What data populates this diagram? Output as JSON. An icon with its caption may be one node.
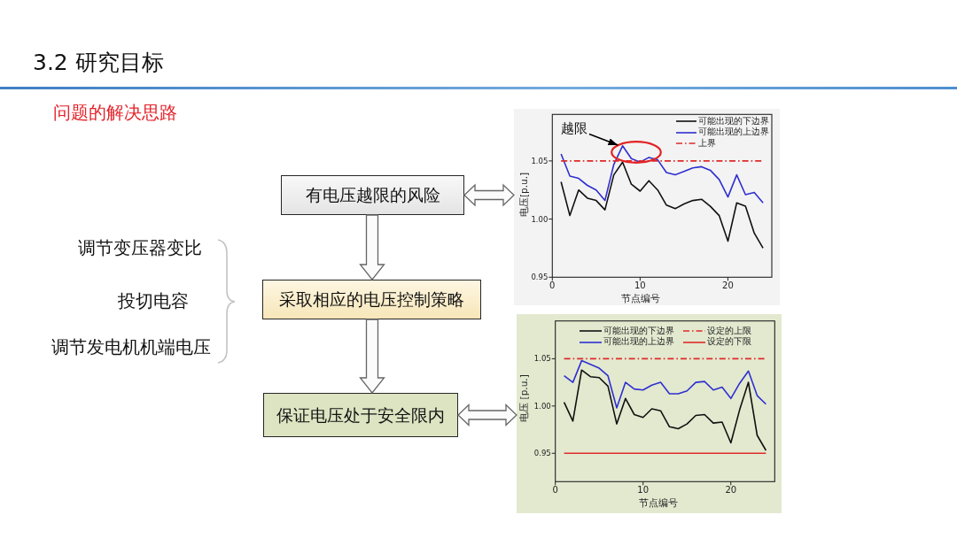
{
  "diagram": {
    "title": "3.2 研究目标",
    "nodes": [
      {
        "text": [
          "有电压越限的风险"
        ]
      },
      {
        "text": [],
        "shape": "chart"
      },
      {
        "text": [
          "越限"
        ],
        "in": 1
      },
      {
        "text": [],
        "shape": "ellipse",
        "in": 1
      },
      {
        "text": [
          "采取相应的电压控制策略"
        ]
      },
      {
        "text": [
          "保证电压处于安全限内"
        ]
      },
      {
        "text": [],
        "shape": "chart"
      }
    ],
    "edges": [
      {
        "from": 0,
        "to": 1,
        "arrow": "both"
      },
      {
        "from": 2,
        "to": 3,
        "arrow": "to",
        "color": "#000000"
      },
      {
        "from": 0,
        "to": 4,
        "arrow": "to"
      },
      {
        "from": 4,
        "to": 5,
        "arrow": "to"
      },
      {
        "from": 5,
        "to": 6,
        "arrow": "both"
      }
    ],
    "labels": [
      "问题的解决思路",
      "调节变压器变比",
      "投切电容",
      "调节发电机机端电压"
    ],
    "chart_data": [
      {
        "type": "line",
        "xlabel": "节点编号",
        "ylabel": "电压[p.u.]",
        "x": [
          1,
          2,
          3,
          4,
          5,
          6,
          7,
          8,
          9,
          10,
          11,
          12,
          13,
          14,
          15,
          16,
          17,
          18,
          19,
          20,
          21,
          22,
          23,
          24
        ],
        "series": [
          {
            "name": "可能出现的下边界",
            "color": "#111111",
            "values": [
              1.032,
              1.003,
              1.025,
              1.018,
              1.016,
              1.008,
              1.038,
              1.049,
              1.03,
              1.024,
              1.033,
              1.025,
              1.012,
              1.009,
              1.013,
              1.016,
              1.017,
              1.011,
              1.003,
              0.981,
              1.014,
              1.011,
              0.988,
              0.975
            ]
          },
          {
            "name": "可能出现的上边界",
            "color": "#2f2fd0",
            "values": [
              1.056,
              1.037,
              1.035,
              1.029,
              1.025,
              1.016,
              1.047,
              1.063,
              1.052,
              1.049,
              1.053,
              1.051,
              1.04,
              1.038,
              1.041,
              1.044,
              1.045,
              1.042,
              1.034,
              1.019,
              1.038,
              1.021,
              1.023,
              1.014
            ]
          },
          {
            "name": "上界",
            "color": "#e02a2a",
            "line_style": "dashdot",
            "values": [
              1.05,
              1.05,
              1.05,
              1.05,
              1.05,
              1.05,
              1.05,
              1.05,
              1.05,
              1.05,
              1.05,
              1.05,
              1.05,
              1.05,
              1.05,
              1.05,
              1.05,
              1.05,
              1.05,
              1.05,
              1.05,
              1.05,
              1.05,
              1.05
            ]
          }
        ],
        "legend": true,
        "xlim": [
          0,
          25
        ],
        "ylim": [
          0.95,
          1.09
        ],
        "xticks": [
          0,
          10,
          20
        ],
        "yticks": [
          {
            "value": 0.95,
            "label": "0.95"
          },
          {
            "value": 1.0,
            "label": "1.00"
          },
          {
            "value": 1.05,
            "label": "1.05"
          }
        ]
      },
      {
        "type": "line",
        "xlabel": "节点编号",
        "ylabel": "电压 [p.u.]",
        "x": [
          1,
          2,
          3,
          4,
          5,
          6,
          7,
          8,
          9,
          10,
          11,
          12,
          13,
          14,
          15,
          16,
          17,
          18,
          19,
          20,
          21,
          22,
          23,
          24
        ],
        "series": [
          {
            "name": "可能出现的下边界",
            "color": "#111111",
            "values": [
              1.004,
              0.984,
              1.038,
              1.031,
              1.03,
              1.021,
              0.981,
              1.008,
              0.991,
              0.988,
              0.997,
              0.995,
              0.978,
              0.976,
              0.981,
              0.99,
              0.991,
              0.982,
              0.983,
              0.961,
              0.996,
              1.025,
              0.969,
              0.953
            ]
          },
          {
            "name": "设定的上限",
            "color": "#e02a2a",
            "line_style": "dashdot",
            "values": [
              1.05,
              1.05,
              1.05,
              1.05,
              1.05,
              1.05,
              1.05,
              1.05,
              1.05,
              1.05,
              1.05,
              1.05,
              1.05,
              1.05,
              1.05,
              1.05,
              1.05,
              1.05,
              1.05,
              1.05,
              1.05,
              1.05,
              1.05,
              1.05
            ]
          },
          {
            "name": "可能出现的上边界",
            "color": "#2f2fd0",
            "values": [
              1.032,
              1.025,
              1.048,
              1.044,
              1.04,
              1.032,
              0.998,
              1.025,
              1.018,
              1.017,
              1.022,
              1.025,
              1.013,
              1.013,
              1.016,
              1.025,
              1.026,
              1.017,
              1.02,
              1.008,
              1.024,
              1.037,
              1.011,
              1.002
            ]
          },
          {
            "name": "设定的下限",
            "color": "#e02a2a",
            "values": [
              0.95,
              0.95,
              0.95,
              0.95,
              0.95,
              0.95,
              0.95,
              0.95,
              0.95,
              0.95,
              0.95,
              0.95,
              0.95,
              0.95,
              0.95,
              0.95,
              0.95,
              0.95,
              0.95,
              0.95,
              0.95,
              0.95,
              0.95,
              0.95
            ]
          }
        ],
        "legend": true,
        "xlim": [
          0,
          25
        ],
        "ylim": [
          0.92,
          1.09
        ],
        "xticks": [
          0,
          10,
          20
        ],
        "yticks": [
          {
            "value": 0.95,
            "label": "0.95"
          },
          {
            "value": 1.0,
            "label": "1.00"
          },
          {
            "value": 1.05,
            "label": "1.05"
          }
        ]
      }
    ]
  }
}
